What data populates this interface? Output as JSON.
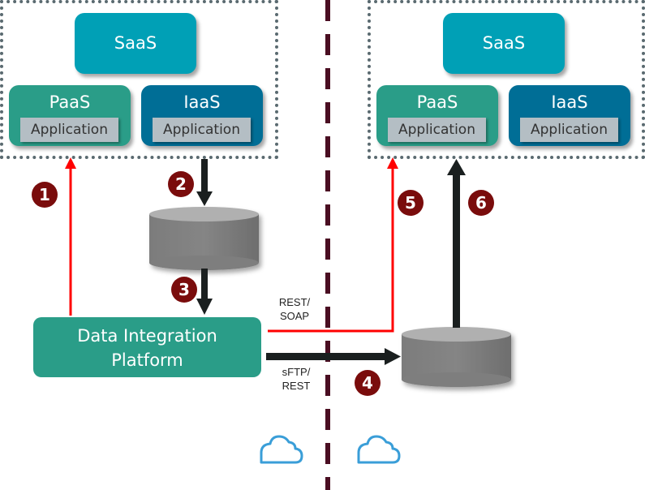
{
  "left_cloud": {
    "saas": "SaaS",
    "paas": "PaaS",
    "iaas": "IaaS",
    "paas_app": "Application",
    "iaas_app": "Application"
  },
  "right_cloud": {
    "saas": "SaaS",
    "paas": "PaaS",
    "iaas": "IaaS",
    "paas_app": "Application",
    "iaas_app": "Application"
  },
  "platform": {
    "line1": "Data Integration",
    "line2": "Platform"
  },
  "protocols": {
    "rest_soap_1": "REST/",
    "rest_soap_2": "SOAP",
    "sftp_rest_1": "sFTP/",
    "sftp_rest_2": "REST"
  },
  "steps": [
    "1",
    "2",
    "3",
    "4",
    "5",
    "6"
  ],
  "colors": {
    "saas": "#00a0b6",
    "paas": "#2a9d88",
    "iaas": "#006e96",
    "app": "#b4bec4",
    "badge": "#7a0c0c",
    "red_arrow": "#ff0000",
    "black_arrow": "#1a1f1f",
    "divider": "#4a0e22",
    "cloud_icon": "#3a9ed8"
  }
}
